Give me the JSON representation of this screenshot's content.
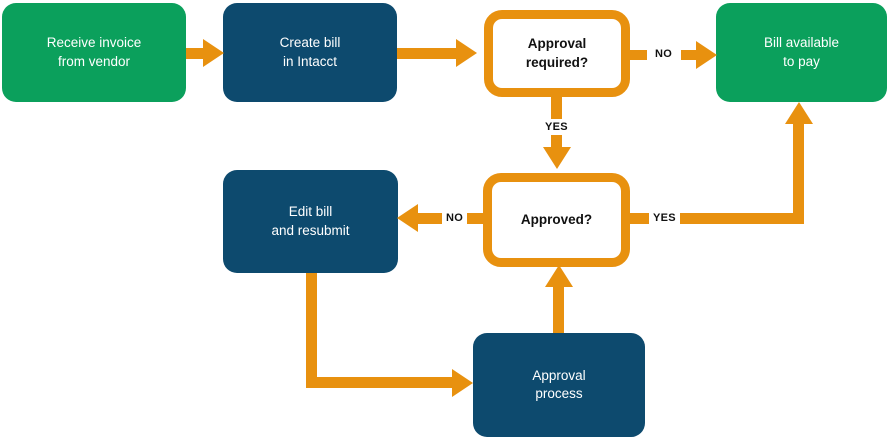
{
  "colors": {
    "green": "#0BA05C",
    "navy": "#0D4A6E",
    "orange": "#E8910F",
    "label_text": "#111111",
    "node_text": "#FFFFFF",
    "background": "#FFFFFF"
  },
  "nodes": {
    "receive_invoice": "Receive invoice\nfrom vendor",
    "create_bill": "Create bill\nin Intacct",
    "approval_required": "Approval\nrequired?",
    "bill_available": "Bill available\nto pay",
    "edit_bill": "Edit bill\nand resubmit",
    "approved": "Approved?",
    "approval_process": "Approval\nprocess"
  },
  "edge_labels": {
    "approval_required_no": "NO",
    "approval_required_yes": "YES",
    "approved_no": "NO",
    "approved_yes": "YES"
  }
}
